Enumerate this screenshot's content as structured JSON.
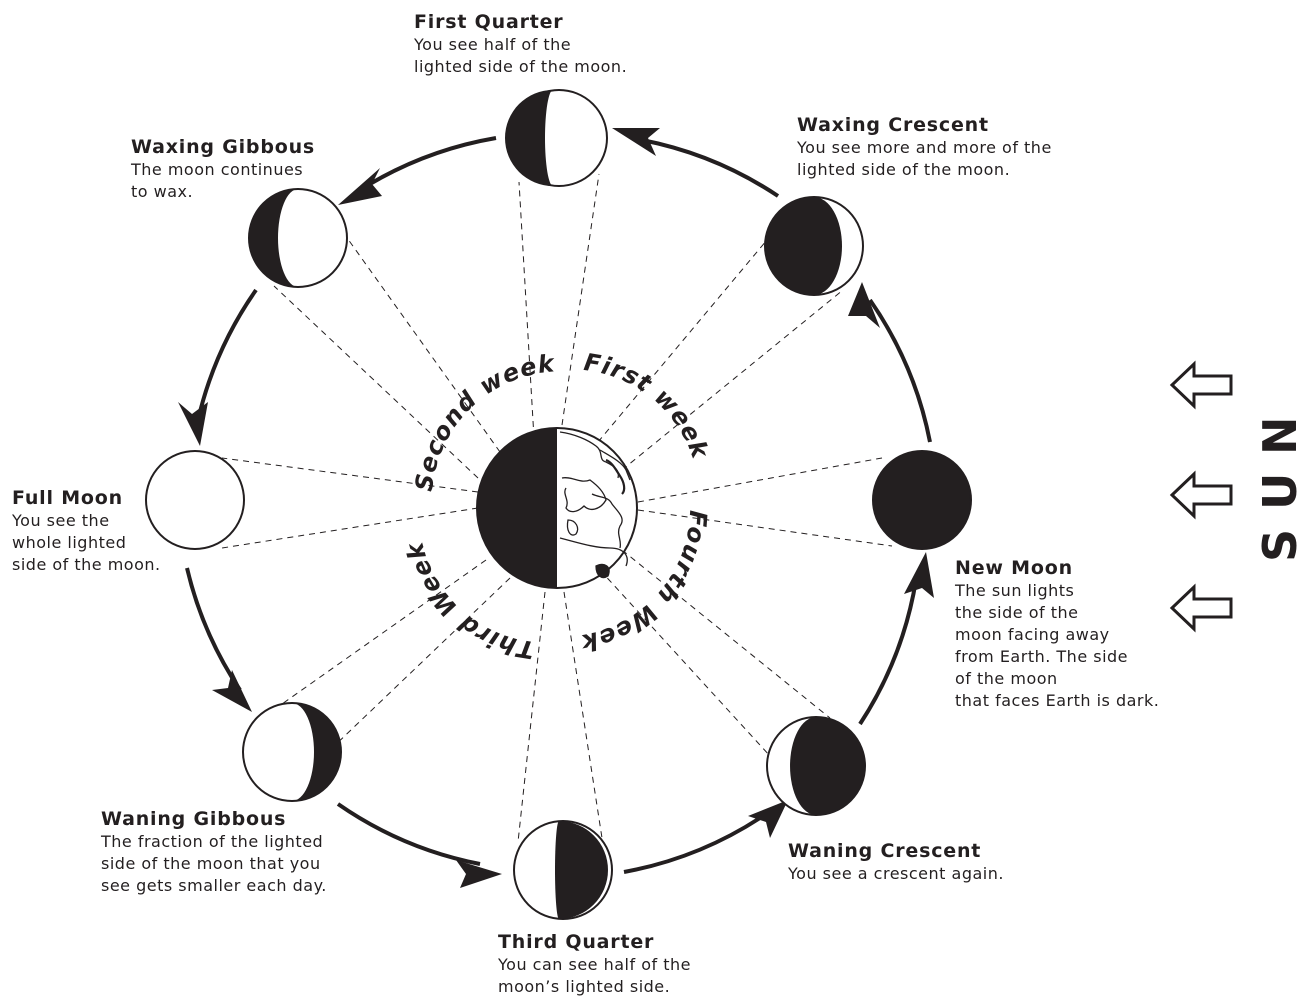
{
  "phases": {
    "first_quarter": {
      "title": "First Quarter",
      "desc": "You see half of the\nlighted side of the moon."
    },
    "waxing_crescent": {
      "title": "Waxing Crescent",
      "desc": "You see more and more of the\nlighted side of the moon."
    },
    "waxing_gibbous": {
      "title": "Waxing Gibbous",
      "desc": "The moon continues\nto wax."
    },
    "full_moon": {
      "title": "Full Moon",
      "desc": "You see the\nwhole lighted\nside of the moon."
    },
    "new_moon": {
      "title": "New Moon",
      "desc": "The sun lights\nthe side of the\nmoon facing away\nfrom Earth. The side\nof the moon\nthat faces Earth is dark."
    },
    "waning_gibbous": {
      "title": "Waning Gibbous",
      "desc": "The fraction of the lighted\nside of the moon that you\nsee gets smaller each day."
    },
    "waning_crescent": {
      "title": "Waning Crescent",
      "desc": "You see a crescent again."
    },
    "third_quarter": {
      "title": "Third Quarter",
      "desc": "You can see half of the\nmoon’s lighted side."
    }
  },
  "weeks": {
    "first": "First week",
    "second": "Second week",
    "third": "Third Week",
    "fourth": "Fourth Week"
  },
  "sun": {
    "letters": [
      "S",
      "U",
      "N"
    ]
  },
  "colors": {
    "ink": "#231f20",
    "paper": "#ffffff"
  }
}
